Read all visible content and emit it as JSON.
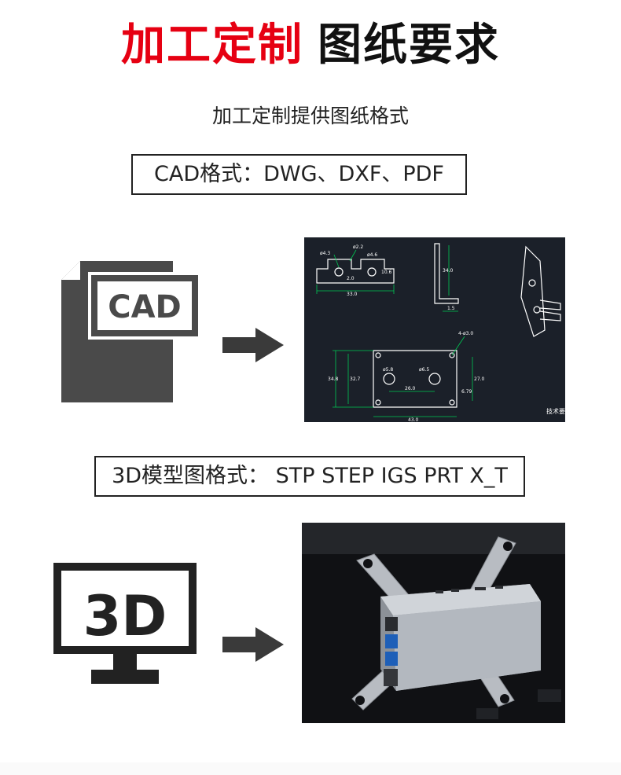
{
  "header": {
    "title_red": "加工定制",
    "title_black": "图纸要求",
    "subtitle": "加工定制提供图纸格式"
  },
  "cad_section": {
    "format_label": "CAD格式：DWG、DXF、PDF",
    "icon_text": "CAD",
    "drawing_note": "技术要求",
    "dims": [
      "ø4.3",
      "ø2.2",
      "ø4.6",
      "2.0",
      "10.6",
      "33.0",
      "34.0",
      "1.5",
      "4-ø3.0",
      "ø5.8",
      "ø6.5",
      "34.8",
      "32.7",
      "26.0",
      "27.0",
      "6.79",
      "43.0"
    ]
  },
  "model_section": {
    "format_label": "3D模型图格式： STP STEP IGS PRT X_T",
    "icon_text": "3D"
  },
  "colors": {
    "accent_red": "#e60012",
    "icon_gray": "#4a4a4a",
    "cad_bg": "#1b2029",
    "cad_line": "#00c853"
  }
}
